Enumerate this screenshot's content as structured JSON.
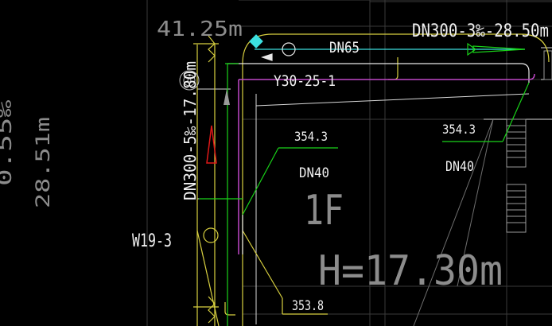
{
  "labels": {
    "elev_top": "41.25m",
    "pipe_top_right": "DN300-3‰-28.50m",
    "dn65": "DN65",
    "y30": "Y30-25-1",
    "pipe_vertical": "DN300-5‰-17.80m",
    "elev_left": "28.51m",
    "elev_left_partial": "0.55‰",
    "dim_a": "354.3",
    "dim_b": "354.3",
    "dn40_a": "DN40",
    "dn40_b": "DN40",
    "floor": "1F",
    "w19": "W19-3",
    "height": "H=17.30m",
    "dim_c": "353.8"
  },
  "colors": {
    "background": "#000000",
    "yellow": "#d8d040",
    "white": "#ffffff",
    "green": "#19d219",
    "cyan": "#3ce0e0",
    "magenta": "#c048c8",
    "red": "#e01818",
    "gray": "#8c8c8c"
  }
}
